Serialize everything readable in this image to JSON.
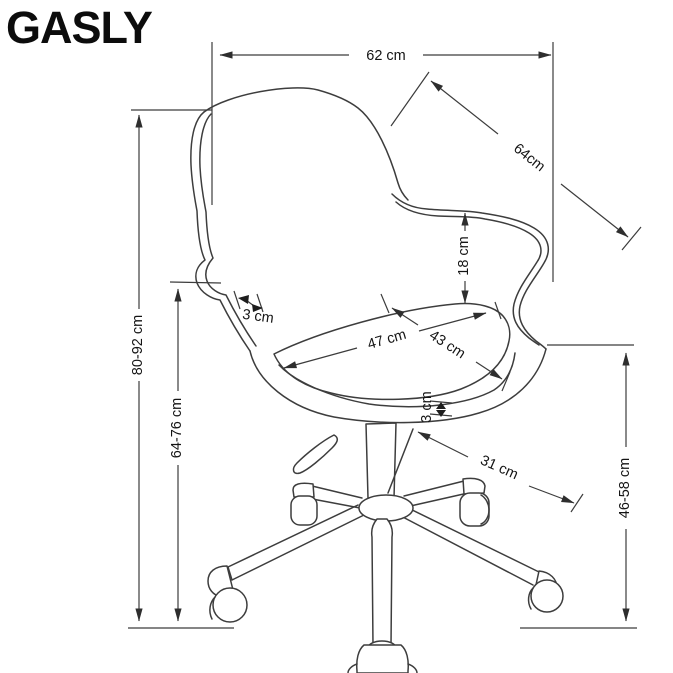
{
  "title": "GASLY",
  "unit": "cm",
  "subject": "office-chair-dimension-line-drawing",
  "labels": {
    "width_top": "62 cm",
    "backrest_diagonal": "64cm",
    "backrest_height": "18 cm",
    "armrest_thickness": "3 cm",
    "seat_width": "47 cm",
    "seat_depth": "43 cm",
    "seat_cushion_thickness": "3 cm",
    "base_leg_length": "31 cm",
    "overall_height": "80-92 cm",
    "armrest_height": "64-76 cm",
    "seat_height": "46-58 cm"
  },
  "style": {
    "line_color": "#3d3d3d",
    "text_color": "#141414",
    "background": "#ffffff"
  }
}
